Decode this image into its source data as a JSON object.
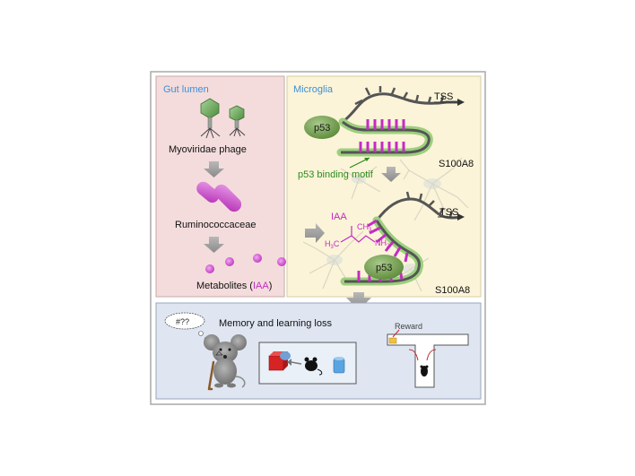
{
  "panels": {
    "gut_lumen": {
      "title": "Gut lumen",
      "phage_label": "Myoviridae phage",
      "bacteria_label": "Ruminococcaceae",
      "metabolites_label_pre": "Metabolites (",
      "metabolites_label_iaa": "IAA",
      "metabolites_label_post": ")"
    },
    "microglia": {
      "title": "Microglia",
      "p53_top": "p53",
      "p53_bottom": "p53",
      "tss_top": "TSS",
      "tss_bottom": "TSS",
      "gene_top": "S100A8",
      "gene_bottom": "S100A8",
      "motif_label": "p53 binding motif",
      "iaa_label": "IAA",
      "chem_ch3": "CH",
      "chem_ch3_sub": "3",
      "chem_h3c": "H",
      "chem_h3c_sub": "3",
      "chem_h3c_c": "C",
      "chem_nh2": "NH",
      "chem_nh2_sub": "2"
    },
    "bottom": {
      "thought_text": "#??",
      "title": "Memory and learning loss",
      "reward_label": "Reward"
    }
  },
  "colors": {
    "gut_bg": "#f4dcdc",
    "microglia_bg": "#fbf4d8",
    "bottom_bg": "#dfe6f2",
    "title_blue": "#3d8fd6",
    "magenta": "#c42bc4",
    "motif_green": "#2e8b1e",
    "p53_green": "#6e9a48"
  }
}
